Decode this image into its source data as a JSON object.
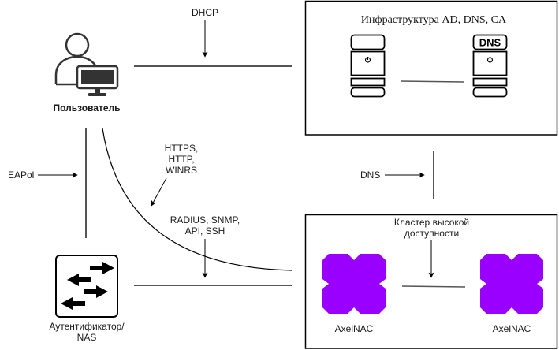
{
  "title": "AxelNAC network interaction diagram",
  "colors": {
    "stroke": "#000000",
    "line": "#555555",
    "icon_dark": "#333333",
    "axelnac": "#9900ff"
  },
  "nodes": {
    "user": {
      "label": "Пользователь",
      "icon": "user-workstation-icon"
    },
    "nas": {
      "label_line1": "Аутентификатор/",
      "label_line2": "NAS",
      "icon": "network-switch-icon"
    },
    "infra_group": {
      "title": "Инфраструктура AD, DNS, CA"
    },
    "server_ad": {
      "icon": "server-icon"
    },
    "server_dns": {
      "badge": "DNS",
      "icon": "dns-server-icon"
    },
    "cluster_group": {
      "title_line1": "Кластер высокой",
      "title_line2": "доступности"
    },
    "axelnac_1": {
      "label": "AxelNAC",
      "icon": "axelnac-logo-icon"
    },
    "axelnac_2": {
      "label": "AxelNAC",
      "icon": "axelnac-logo-icon"
    }
  },
  "links": {
    "dhcp": {
      "label": "DHCP"
    },
    "eapol": {
      "label": "EAPol"
    },
    "web": {
      "line1": "HTTPS,",
      "line2": "HTTP,",
      "line3": "WINRS"
    },
    "mgmt": {
      "line1": "RADIUS, SNMP,",
      "line2": "API, SSH"
    },
    "dns": {
      "label": "DNS"
    }
  }
}
